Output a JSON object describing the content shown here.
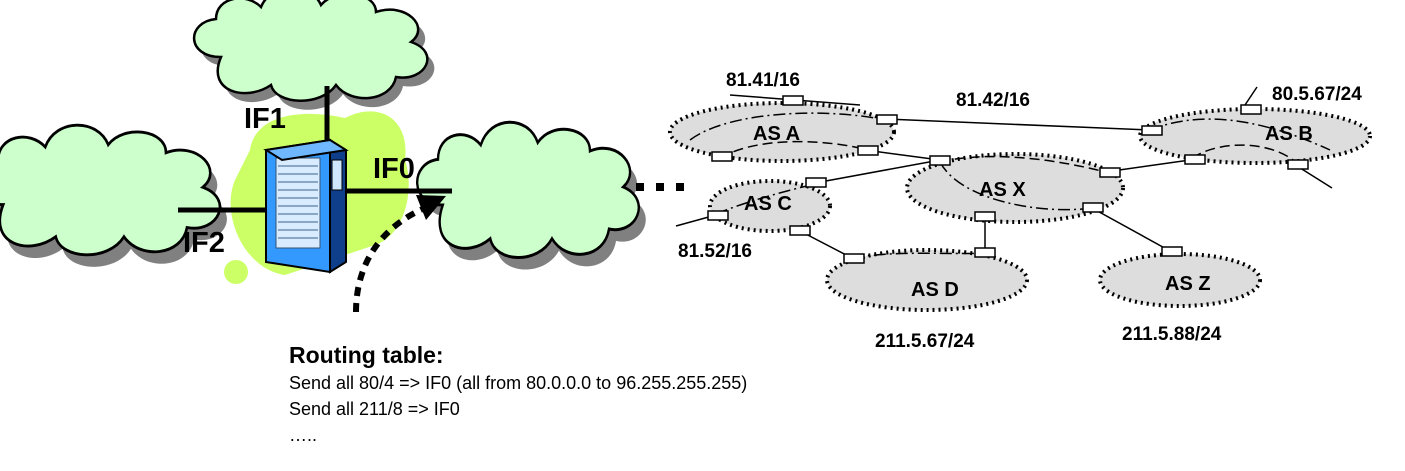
{
  "interfaces": {
    "if0": "IF0",
    "if1": "IF1",
    "if2": "IF2"
  },
  "autonomous_systems": {
    "as_a": "AS A",
    "as_b": "AS B",
    "as_c": "AS C",
    "as_d": "AS D",
    "as_x": "AS X",
    "as_z": "AS Z"
  },
  "prefixes": {
    "p_81_41": "81.41/16",
    "p_81_42": "81.42/16",
    "p_80_5_67": "80.5.67/24",
    "p_81_52": "81.52/16",
    "p_211_5_67": "211.5.67/24",
    "p_211_5_88": "211.5.88/24"
  },
  "routing_table": {
    "title": "Routing table:",
    "rules": [
      "Send all 80/4 => IF0 (all from 80.0.0.0 to 96.255.255.255)",
      "Send all 211/8 => IF0",
      "….."
    ]
  },
  "colors": {
    "cloud_fill": "#ccffcc",
    "cloud_shadow": "#808080",
    "router_halo": "#ccff66",
    "server_blue": "#3399ff",
    "as_fill": "#dddddd"
  }
}
